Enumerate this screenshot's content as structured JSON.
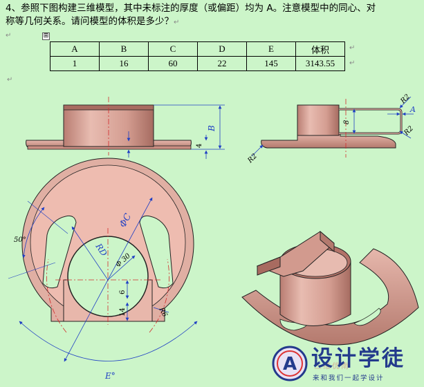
{
  "problem": {
    "line1": "4、参照下图构建三维模型，其中未标注的厚度（或偏距）均为 A。注意模型中的同心、对",
    "line2": "称等几何关系。请问模型的体积是多少？",
    "return_mark": "↵"
  },
  "table": {
    "handle": "⊞",
    "headers": [
      "A",
      "B",
      "C",
      "D",
      "E",
      "体积"
    ],
    "values": [
      "1",
      "16",
      "60",
      "22",
      "145",
      "3143.55"
    ]
  },
  "dims": {
    "b": "B",
    "four": "4",
    "a": "A",
    "eight": "8",
    "r2": "R2",
    "phi_c": "ΦC",
    "fifty": "50°",
    "rd": "RD",
    "phi30": "Φ 30",
    "six": "6",
    "fourteen": "14",
    "r6": "R6",
    "e_deg": "E°"
  },
  "watermark": {
    "name": "设计学徒",
    "tagline": "来和我们一起学设计",
    "faint": "三维优南",
    "logo_letter": "A"
  },
  "colors": {
    "background": "#ccf5c9",
    "part_fill": "#d9a79c",
    "part_dark": "#a86b60",
    "dimension_blue": "#1f3fc4",
    "center_red": "#d22b2b"
  }
}
